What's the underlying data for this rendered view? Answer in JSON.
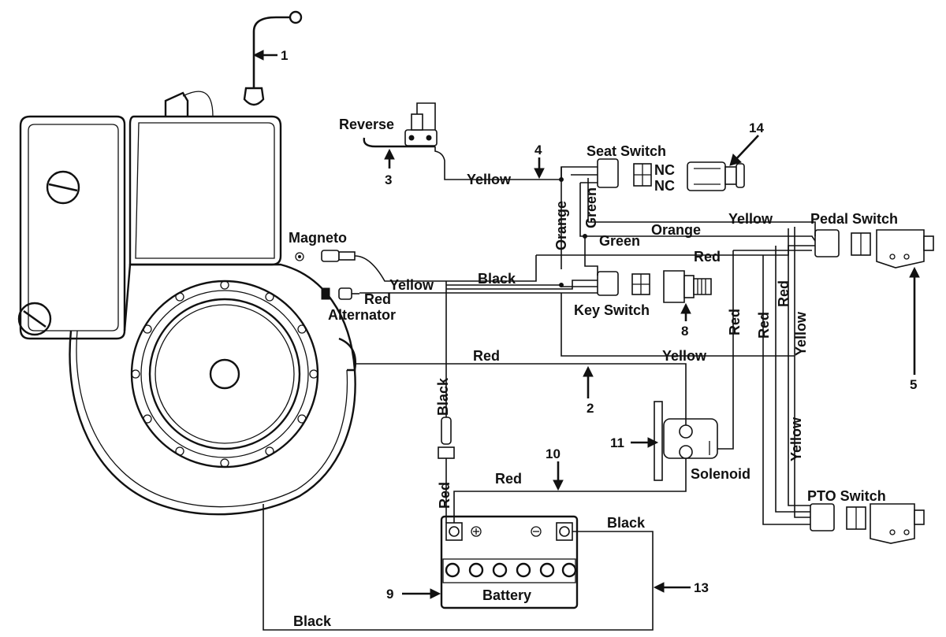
{
  "components": {
    "reverse": "Reverse",
    "seat_switch": "Seat Switch",
    "nc_top": "NC",
    "nc_bottom": "NC",
    "magneto": "Magneto",
    "alternator": "Alternator",
    "key_switch": "Key Switch",
    "pedal_switch": "Pedal Switch",
    "solenoid": "Solenoid",
    "pto_switch": "PTO Switch",
    "battery": "Battery",
    "battery_pos": "+",
    "battery_neg": "−"
  },
  "wires": {
    "yellow_reverse": "Yellow",
    "orange_vertical": "Orange",
    "green_vertical": "Green",
    "green_horizontal": "Green",
    "orange_horizontal": "Orange",
    "yellow_top": "Yellow",
    "red_alt": "Red",
    "yellow_magneto": "Yellow",
    "black_top": "Black",
    "red_mid": "Red",
    "red_v1": "Red",
    "red_v2": "Red",
    "red_v3": "Red",
    "yellow_v1": "Yellow",
    "yellow_mid": "Yellow",
    "red_long": "Red",
    "black_vertical": "Black",
    "yellow_v2": "Yellow",
    "red_battery": "Red",
    "red_battery_v": "Red",
    "black_battery": "Black",
    "black_bottom": "Black"
  },
  "callouts": [
    "1",
    "2",
    "3",
    "4",
    "5",
    "8",
    "9",
    "10",
    "11",
    "13",
    "14"
  ]
}
